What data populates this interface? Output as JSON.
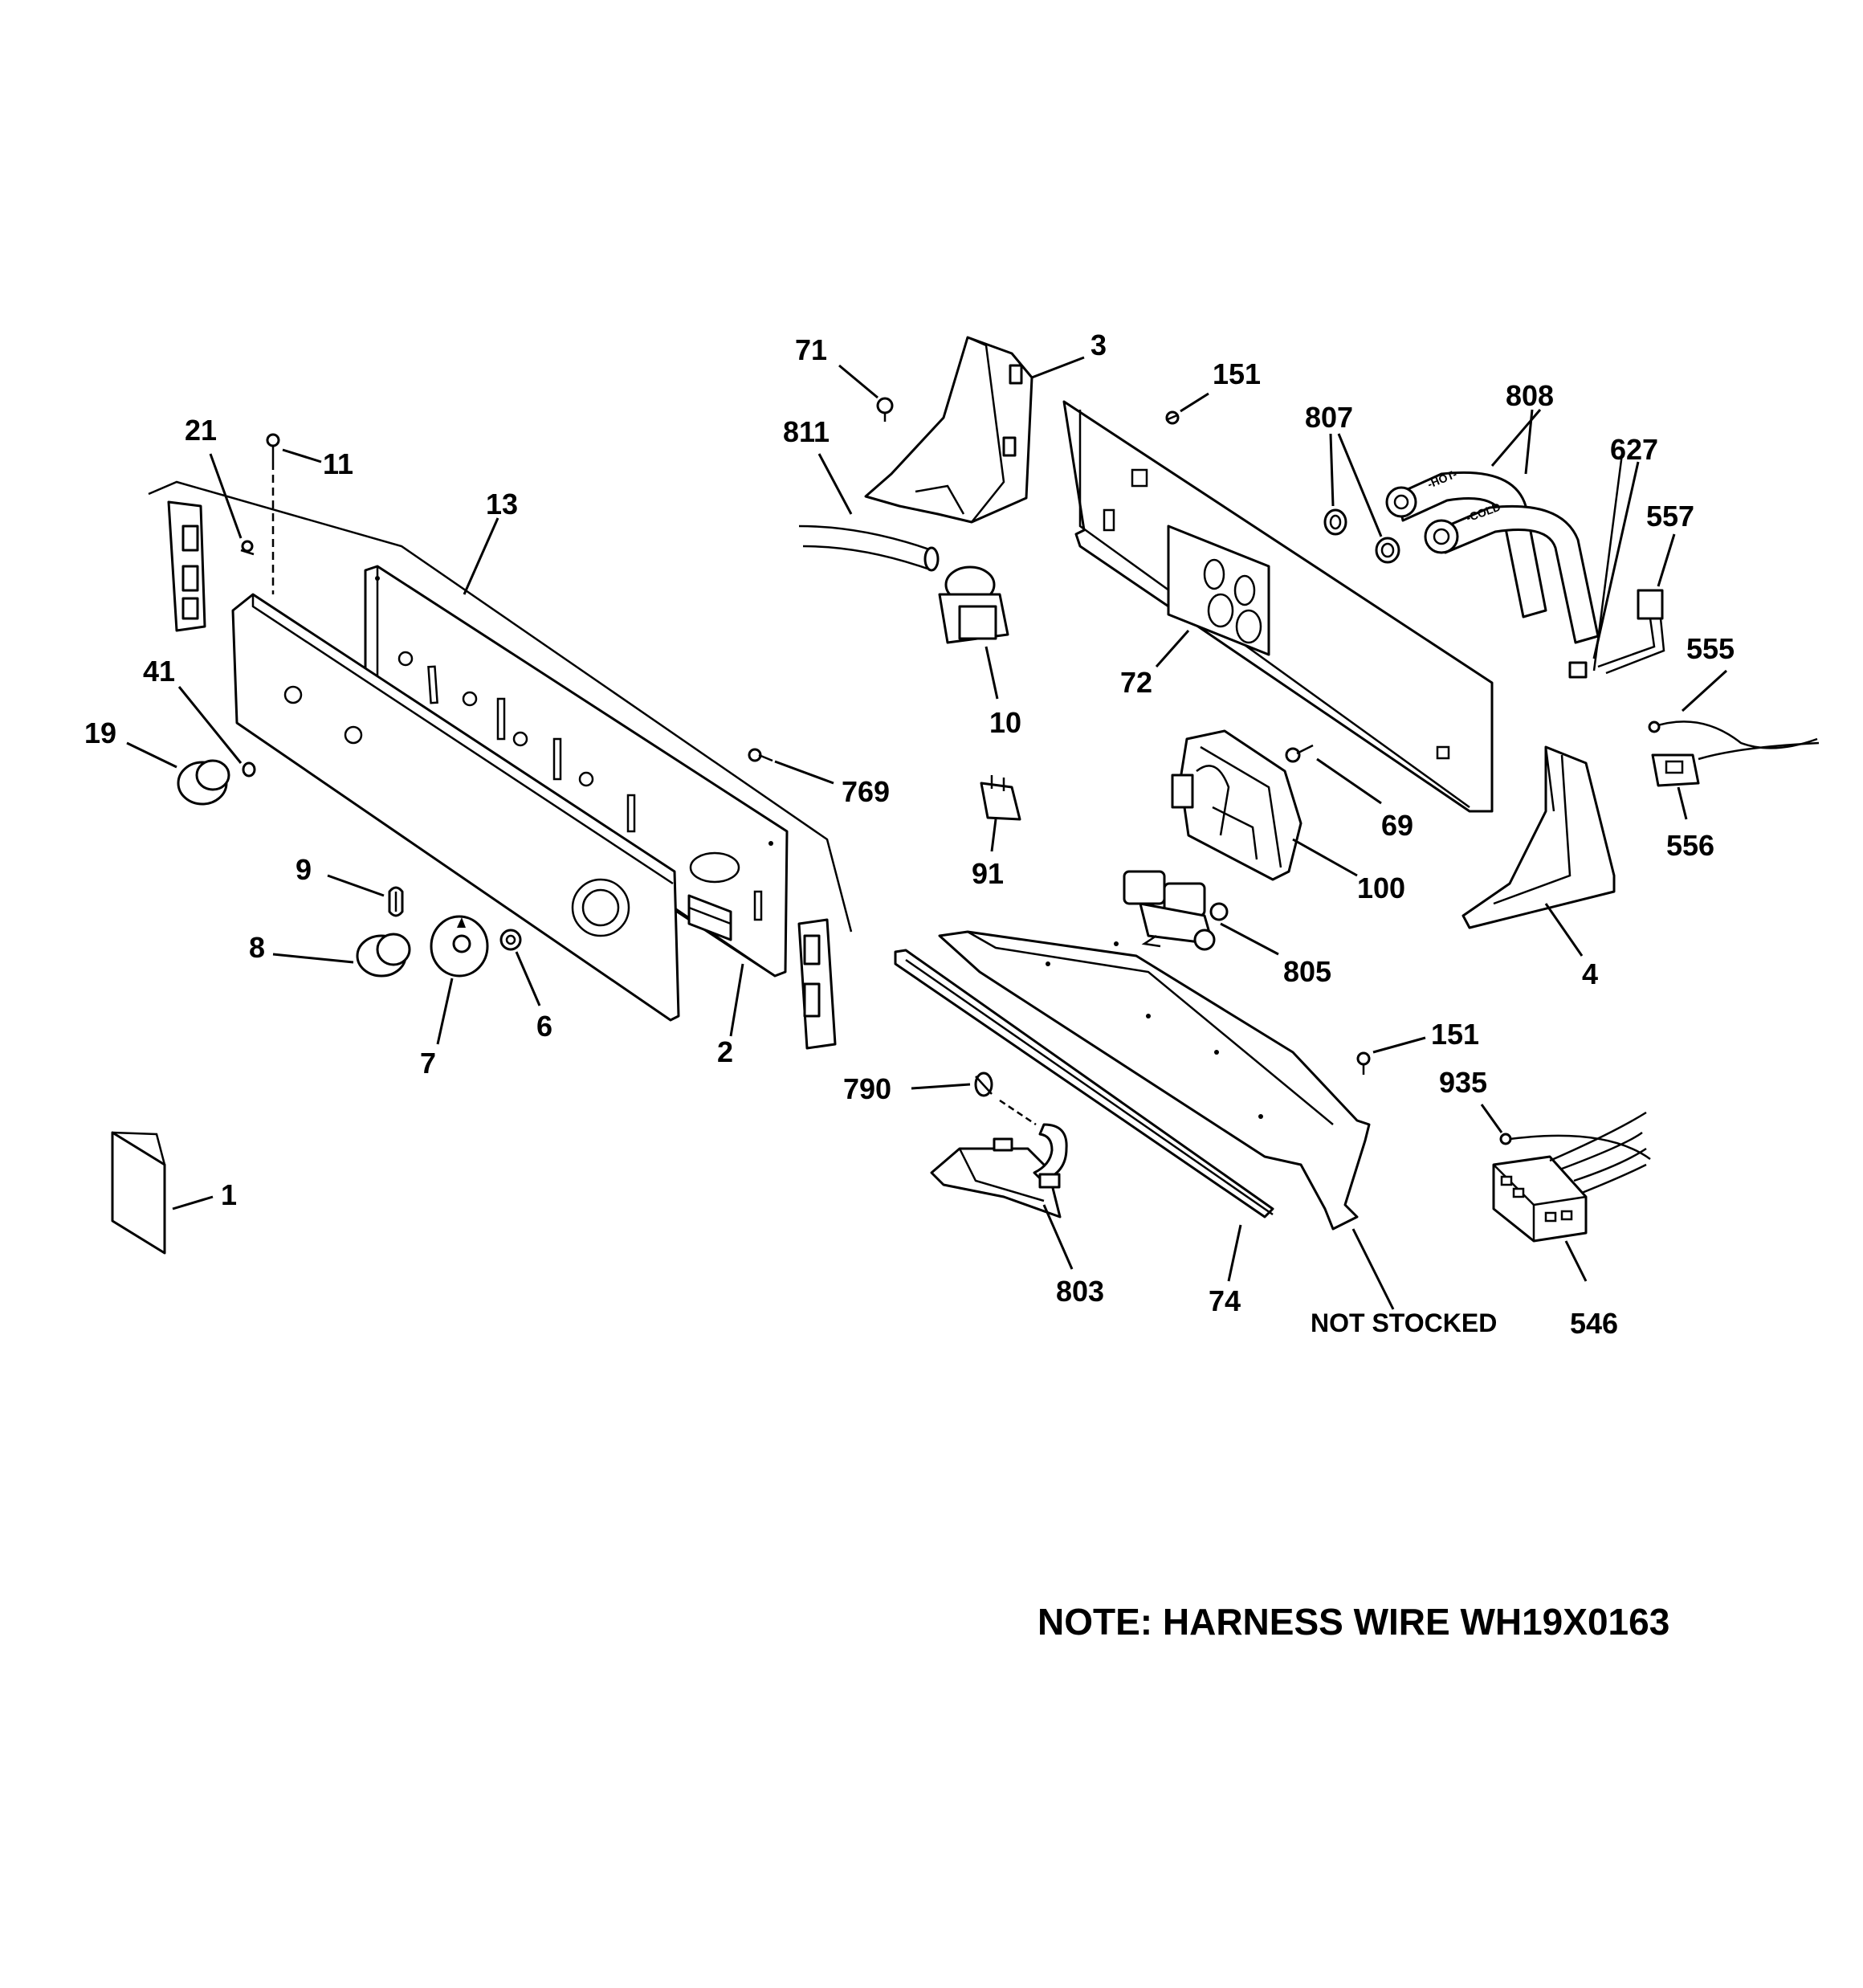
{
  "diagram": {
    "callouts": [
      {
        "id": "c1",
        "text": "1"
      },
      {
        "id": "c2",
        "text": "2"
      },
      {
        "id": "c3",
        "text": "3"
      },
      {
        "id": "c4",
        "text": "4"
      },
      {
        "id": "c6",
        "text": "6"
      },
      {
        "id": "c7",
        "text": "7"
      },
      {
        "id": "c8",
        "text": "8"
      },
      {
        "id": "c9",
        "text": "9"
      },
      {
        "id": "c10",
        "text": "10"
      },
      {
        "id": "c11",
        "text": "11"
      },
      {
        "id": "c13",
        "text": "13"
      },
      {
        "id": "c19",
        "text": "19"
      },
      {
        "id": "c21",
        "text": "21"
      },
      {
        "id": "c41",
        "text": "41"
      },
      {
        "id": "c69",
        "text": "69"
      },
      {
        "id": "c71",
        "text": "71"
      },
      {
        "id": "c72",
        "text": "72"
      },
      {
        "id": "c74",
        "text": "74"
      },
      {
        "id": "c91",
        "text": "91"
      },
      {
        "id": "c100",
        "text": "100"
      },
      {
        "id": "c151a",
        "text": "151"
      },
      {
        "id": "c151b",
        "text": "151"
      },
      {
        "id": "c546",
        "text": "546"
      },
      {
        "id": "c555",
        "text": "555"
      },
      {
        "id": "c556",
        "text": "556"
      },
      {
        "id": "c557",
        "text": "557"
      },
      {
        "id": "c627",
        "text": "627"
      },
      {
        "id": "c769",
        "text": "769"
      },
      {
        "id": "c790",
        "text": "790"
      },
      {
        "id": "c803",
        "text": "803"
      },
      {
        "id": "c805",
        "text": "805"
      },
      {
        "id": "c807",
        "text": "807"
      },
      {
        "id": "c808",
        "text": "808"
      },
      {
        "id": "c811",
        "text": "811"
      },
      {
        "id": "c935",
        "text": "935"
      }
    ],
    "not_stocked": "NOT STOCKED",
    "hose_hot": "-HOT-",
    "hose_cold": "-COLD-",
    "note": "NOTE: HARNESS WIRE WH19X0163"
  }
}
